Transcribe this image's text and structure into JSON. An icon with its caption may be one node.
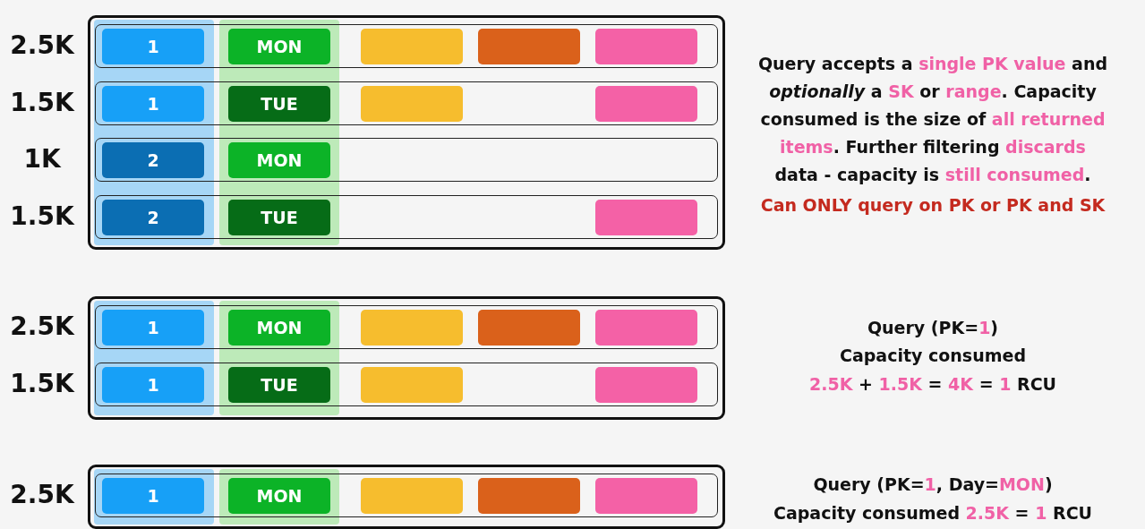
{
  "diagram": {
    "nodes": [
      {
        "text": [],
        "shape": "box"
      },
      {
        "text": [],
        "shape": "box",
        "in": 0,
        "beside": [
          "2.5K"
        ]
      },
      {
        "text": [
          "1"
        ],
        "in": 1
      },
      {
        "text": [
          "MON"
        ],
        "in": 1
      },
      {
        "text": [],
        "shape": "box",
        "in": 1
      },
      {
        "text": [],
        "shape": "box",
        "in": 1
      },
      {
        "text": [],
        "shape": "box",
        "in": 1
      },
      {
        "text": [],
        "shape": "box",
        "in": 0,
        "beside": [
          "1.5K"
        ]
      },
      {
        "text": [
          "1"
        ],
        "in": 7
      },
      {
        "text": [
          "TUE"
        ],
        "in": 7
      },
      {
        "text": [],
        "shape": "box",
        "in": 7
      },
      {
        "text": [],
        "shape": "box",
        "in": 7
      },
      {
        "text": [],
        "shape": "box",
        "in": 0,
        "beside": [
          "1K"
        ]
      },
      {
        "text": [
          "2"
        ],
        "in": 12
      },
      {
        "text": [
          "MON"
        ],
        "in": 12
      },
      {
        "text": [],
        "shape": "box",
        "in": 0,
        "beside": [
          "1.5K"
        ]
      },
      {
        "text": [
          "2"
        ],
        "in": 15
      },
      {
        "text": [
          "TUE"
        ],
        "in": 15
      },
      {
        "text": [],
        "shape": "box",
        "in": 15
      },
      {
        "text": [],
        "shape": "box"
      },
      {
        "text": [],
        "shape": "box",
        "in": 19,
        "beside": [
          "2.5K"
        ]
      },
      {
        "text": [
          "1"
        ],
        "in": 20
      },
      {
        "text": [
          "MON"
        ],
        "in": 20
      },
      {
        "text": [],
        "shape": "box",
        "in": 20
      },
      {
        "text": [],
        "shape": "box",
        "in": 20
      },
      {
        "text": [],
        "shape": "box",
        "in": 20
      },
      {
        "text": [],
        "shape": "box",
        "in": 19,
        "beside": [
          "1.5K"
        ]
      },
      {
        "text": [
          "1"
        ],
        "in": 26
      },
      {
        "text": [
          "TUE"
        ],
        "in": 26
      },
      {
        "text": [],
        "shape": "box",
        "in": 26
      },
      {
        "text": [],
        "shape": "box",
        "in": 26
      },
      {
        "text": [],
        "shape": "box"
      },
      {
        "text": [],
        "shape": "box",
        "in": 31,
        "beside": [
          "2.5K"
        ]
      },
      {
        "text": [
          "1"
        ],
        "in": 32
      },
      {
        "text": [
          "MON"
        ],
        "in": 32
      },
      {
        "text": [],
        "shape": "box",
        "in": 32
      },
      {
        "text": [],
        "shape": "box",
        "in": 32
      },
      {
        "text": [],
        "shape": "box",
        "in": 32
      }
    ],
    "labels": [
      "Query accepts a **single PK value** and *optionally* a **SK** or **range**. Capacity consumed is the size of **all returned items**. Further filtering **discards** data - capacity is **still consumed**.",
      "Can ONLY query on PK or PK and SK",
      "Query (PK=**1**)",
      "Capacity consumed",
      "**2.5K** + **1.5K** = **4K** = **1** RCU",
      "Query (PK=**1**, Day=**MON**)",
      "Capacity consumed **2.5K** = **1** RCU"
    ]
  }
}
